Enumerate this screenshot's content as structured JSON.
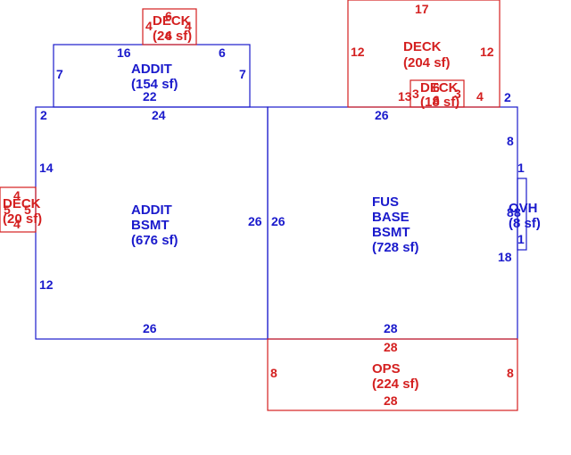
{
  "colors": {
    "basement": "#1a1acc",
    "exterior": "#d42020",
    "background": "#ffffff"
  },
  "areas": {
    "addit_upper": {
      "lines": [
        "ADDIT",
        "(154 sf)"
      ],
      "dims": {
        "top_left": "16",
        "top_right": "6",
        "left": "7",
        "right": "7",
        "bottom": "22"
      }
    },
    "addit_bsmt": {
      "lines": [
        "ADDIT",
        "BSMT",
        "(676 sf)"
      ],
      "dims": {
        "top_left": "2",
        "top": "24",
        "left_upper": "14",
        "left_lower": "12",
        "right": "26",
        "bottom": "26"
      }
    },
    "fus_base_bsmt": {
      "lines": [
        "FUS",
        "BASE",
        "BSMT",
        "(728 sf)"
      ],
      "dims": {
        "top": "26",
        "left": "26",
        "right_upper": "8",
        "right_lower": "18",
        "top_right": "2",
        "bottom": "28"
      }
    },
    "ovh": {
      "lines": [
        "OVH",
        "(8 sf)"
      ],
      "dims": {
        "top": "1",
        "bottom": "1",
        "side": "8",
        "side2": "8"
      }
    },
    "deck_top_small": {
      "lines": [
        "DECK",
        "(24 sf)"
      ],
      "dims": {
        "left": "4",
        "right": "4",
        "top": "6",
        "bottom": "6"
      }
    },
    "deck_large": {
      "lines": [
        "DECK",
        "(204 sf)"
      ],
      "dims": {
        "top": "17",
        "left": "12",
        "right": "12",
        "bottom_left": "13",
        "bottom_right": "4"
      }
    },
    "deck_inner": {
      "lines": [
        "DECK",
        "(18 sf)"
      ],
      "dims": {
        "left": "3",
        "right": "3",
        "top": "6",
        "bottom": "6"
      }
    },
    "deck_left": {
      "lines": [
        "DECK",
        "(20 sf)"
      ],
      "dims": {
        "top": "4",
        "bottom": "4",
        "left": "5",
        "right": "5"
      }
    },
    "ops": {
      "lines": [
        "OPS",
        "(224 sf)"
      ],
      "dims": {
        "top": "28",
        "bottom": "28",
        "left": "8",
        "right": "8"
      }
    }
  }
}
